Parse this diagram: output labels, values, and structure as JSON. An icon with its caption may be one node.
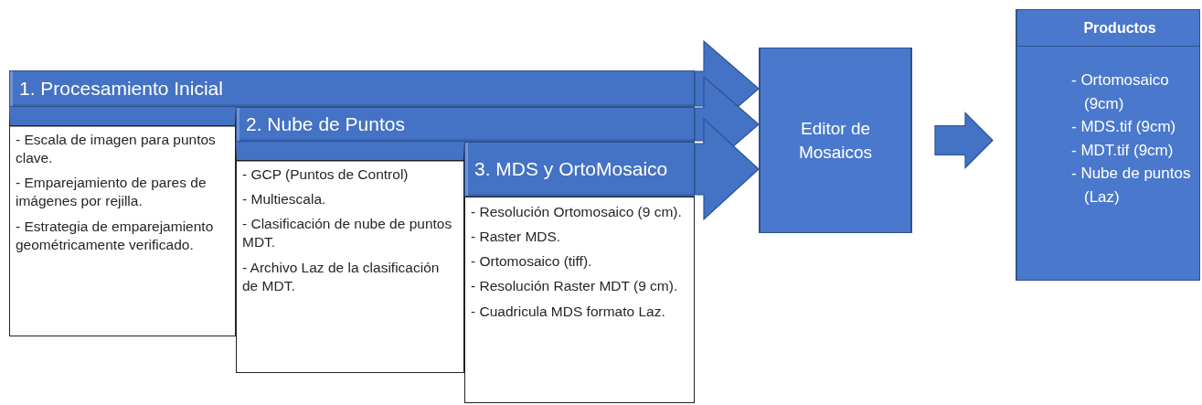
{
  "diagram": {
    "nodes": [
      {
        "text": [
          "1. Procesamiento Inicial"
        ]
      },
      {
        "text": [
          "- Escala de imagen para puntos clave.",
          "- Emparejamiento de pares de imágenes por rejilla.",
          "- Estrategia de emparejamiento geométricamente verificado."
        ]
      },
      {
        "text": [
          "2. Nube de Puntos"
        ]
      },
      {
        "text": [
          "- GCP (Puntos de Control)",
          "- Multiescala.",
          "- Clasificación de nube de puntos MDT.",
          "- Archivo Laz de la clasificación de MDT."
        ]
      },
      {
        "text": [
          "3. MDS y OrtoMosaico"
        ]
      },
      {
        "text": [
          "- Resolución Ortomosaico (9 cm).",
          "- Raster MDS.",
          "- Ortomosaico (tiff).",
          "- Resolución Raster MDT (9 cm).",
          "- Cuadricula MDS formato Laz."
        ]
      },
      {
        "text": [
          "Editor de Mosaicos"
        ]
      },
      {
        "text": [
          "Productos",
          "- Ortomosaico (9cm)",
          "- MDS.tif (9cm)",
          "- MDT.tif (9cm)",
          "- Nube de puntos (Laz)"
        ]
      }
    ],
    "edges": [
      {
        "from": 0,
        "to": 6,
        "arrow": "to"
      },
      {
        "from": 2,
        "to": 6,
        "arrow": "to"
      },
      {
        "from": 4,
        "to": 6,
        "arrow": "to"
      },
      {
        "from": 6,
        "to": 7,
        "arrow": "to"
      }
    ]
  }
}
